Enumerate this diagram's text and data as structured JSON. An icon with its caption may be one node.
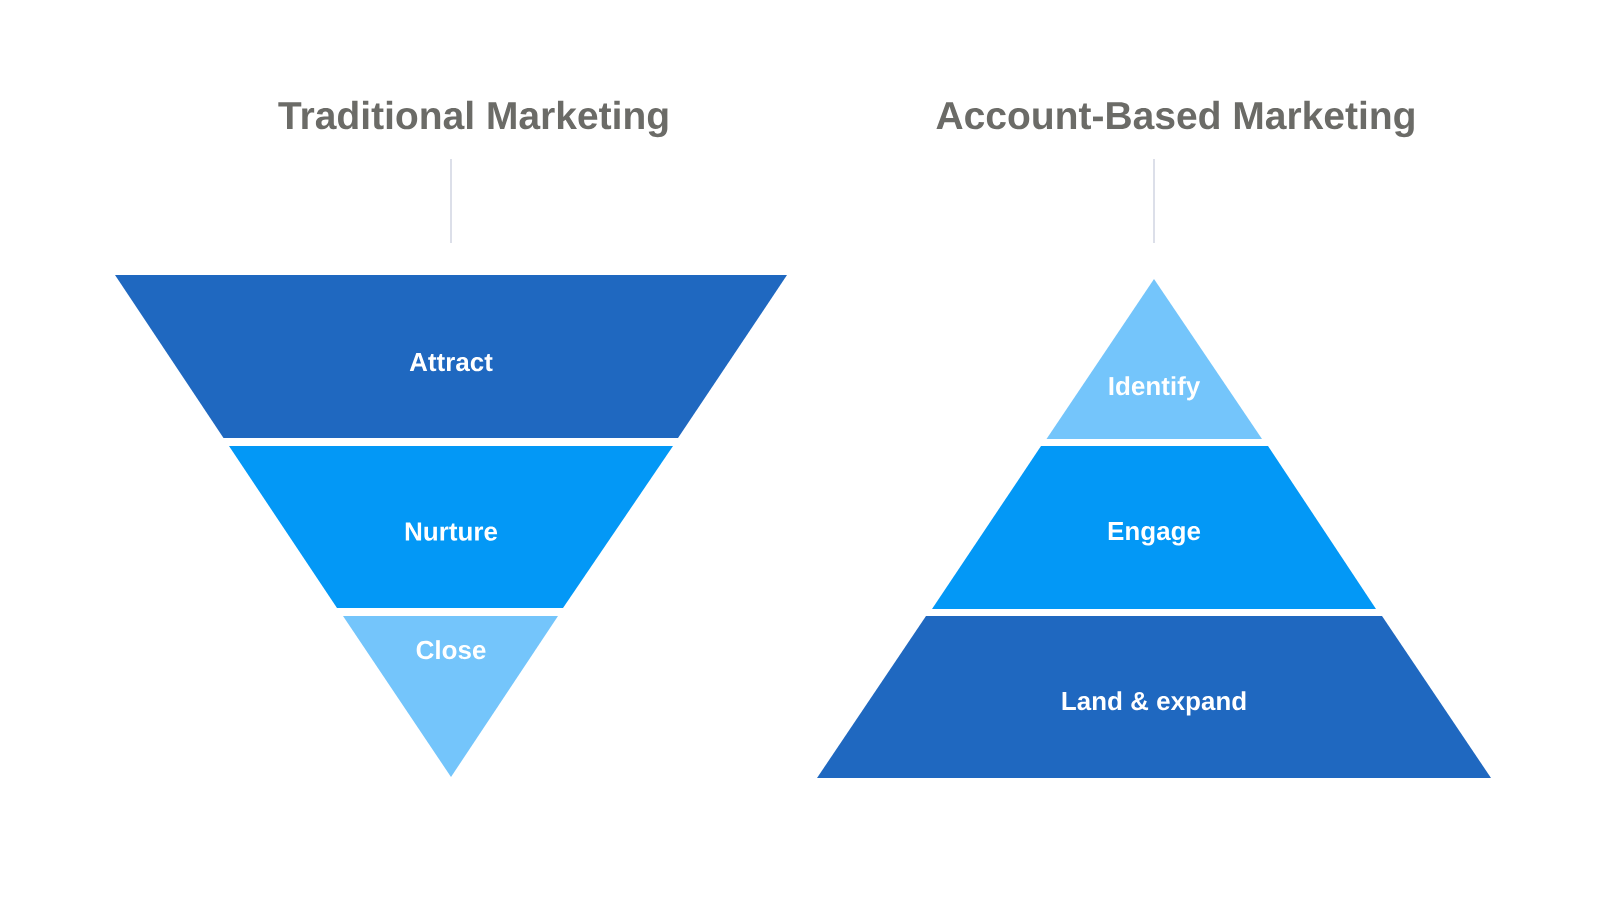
{
  "diagram": {
    "nodes": [
      {
        "text": [
          "Traditional Marketing"
        ]
      },
      {
        "text": [
          "Attract"
        ]
      },
      {
        "text": [
          "Nurture"
        ]
      },
      {
        "text": [
          "Close"
        ]
      },
      {
        "text": [
          "Account-Based Marketing"
        ]
      },
      {
        "text": [
          "Identify"
        ]
      },
      {
        "text": [
          "Engage"
        ]
      },
      {
        "text": [
          "Land & expand"
        ]
      }
    ],
    "edges": [
      {
        "from": 0,
        "to": 1,
        "arrow": "none"
      },
      {
        "from": 4,
        "to": 5,
        "arrow": "none"
      }
    ]
  }
}
